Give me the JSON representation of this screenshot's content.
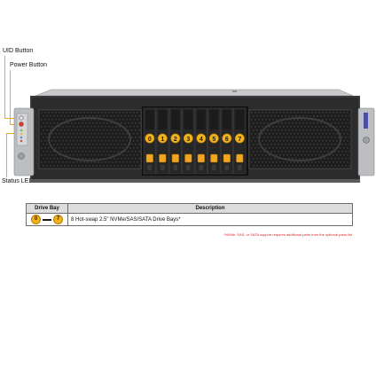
{
  "callouts": {
    "uid_button": "UID Button",
    "power_button": "Power Button",
    "status_leds": "Status LEDs"
  },
  "drive_bays": {
    "labels": [
      "0",
      "1",
      "2",
      "3",
      "4",
      "5",
      "6",
      "7"
    ],
    "latch_color": "#f2a51e",
    "badge_color": "#f2b21b"
  },
  "table": {
    "header_bay": "Drive Bay",
    "header_desc": "Description",
    "row_bay_start": "0",
    "row_bay_end": "7",
    "row_desc": "8 Hot-swap 2.5\" NVMe/SAS/SATA Drive Bays*"
  },
  "footnote": "*NVMe, SAS, or SATA support requires additional parts from the optional parts list",
  "colors": {
    "leader": "#f0a818",
    "chassis_frame": "#3a3a3a",
    "chassis_silver": "#b9bcbf",
    "grille": "#1d1d1d"
  }
}
